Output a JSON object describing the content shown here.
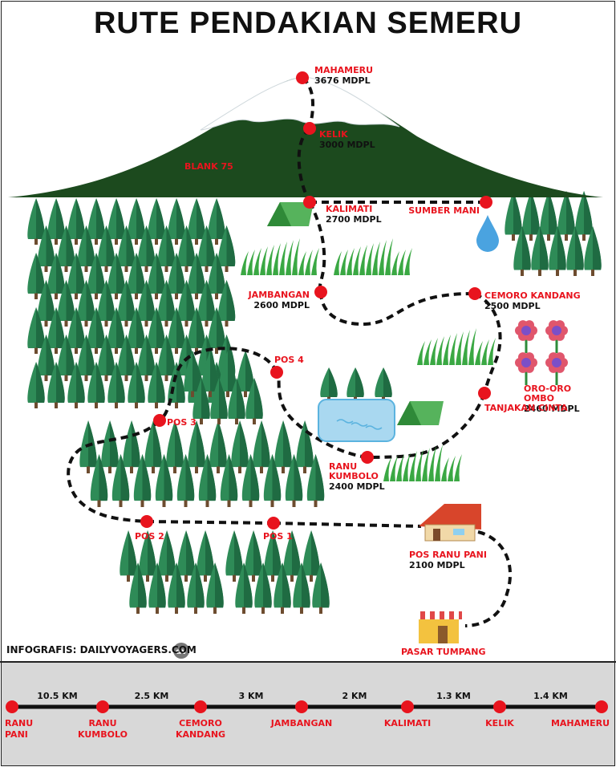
{
  "title": "RUTE PENDAKIAN SEMERU",
  "credit": "INFOGRAFIS: DAILYVOYAGERS.COM",
  "credit_logo": "dv",
  "colors": {
    "route": "#111111",
    "marker": "#e8141e",
    "label": "#e8141e",
    "mountain": "#1c4a1e",
    "snow": "#ffffff",
    "tree": "#2e8b57",
    "tree_dark": "#1f6b42",
    "grass": "#3aa843",
    "lake": "#a9d8f0",
    "bar_bg": "#d8d8d8"
  },
  "places": [
    {
      "id": "mahameru",
      "name": "MAHAMERU",
      "elev": "3676 MDPL"
    },
    {
      "id": "kelik",
      "name": "KELIK",
      "elev": "3000 MDPL"
    },
    {
      "id": "blank75",
      "name": "BLANK 75",
      "elev": ""
    },
    {
      "id": "kalimati",
      "name": "KALIMATI",
      "elev": "2700 MDPL"
    },
    {
      "id": "sumbermani",
      "name": "SUMBER MANI",
      "elev": ""
    },
    {
      "id": "jambangan",
      "name": "JAMBANGAN",
      "elev": "2600 MDPL"
    },
    {
      "id": "cemoro",
      "name": "CEMORO KANDANG",
      "elev": "2500 MDPL"
    },
    {
      "id": "oro1",
      "name": "ORO-ORO",
      "elev": ""
    },
    {
      "id": "oro2",
      "name": "OMBO",
      "elev": "2460 MDPL"
    },
    {
      "id": "pos4",
      "name": "POS 4",
      "elev": ""
    },
    {
      "id": "tanjakan",
      "name": "TANJAKAN CINTA",
      "elev": ""
    },
    {
      "id": "pos3",
      "name": "POS 3",
      "elev": ""
    },
    {
      "id": "ranu1",
      "name": "RANU",
      "elev": ""
    },
    {
      "id": "ranu2",
      "name": "KUMBOLO",
      "elev": "2400 MDPL"
    },
    {
      "id": "pos2",
      "name": "POS 2",
      "elev": ""
    },
    {
      "id": "pos1",
      "name": "POS 1",
      "elev": ""
    },
    {
      "id": "ranupani",
      "name": "POS RANU PANI",
      "elev": "2100 MDPL"
    },
    {
      "id": "pasar",
      "name": "PASAR TUMPANG",
      "elev": ""
    }
  ],
  "distance_bar": {
    "stops": [
      [
        "RANU",
        "PANI"
      ],
      [
        "RANU",
        "KUMBOLO"
      ],
      [
        "CEMORO",
        "KANDANG"
      ],
      [
        "JAMBANGAN"
      ],
      [
        "KALIMATI"
      ],
      [
        "KELIK"
      ],
      [
        "MAHAMERU"
      ]
    ],
    "segments": [
      "10.5 KM",
      "2.5 KM",
      "3 KM",
      "2 KM",
      "1.3 KM",
      "1.4 KM"
    ]
  },
  "icons": [
    "mountain-icon",
    "pine-tree-icon",
    "grass-icon",
    "tent-icon",
    "water-drop-icon",
    "flower-icon",
    "lake-icon",
    "house-icon",
    "shop-icon"
  ]
}
